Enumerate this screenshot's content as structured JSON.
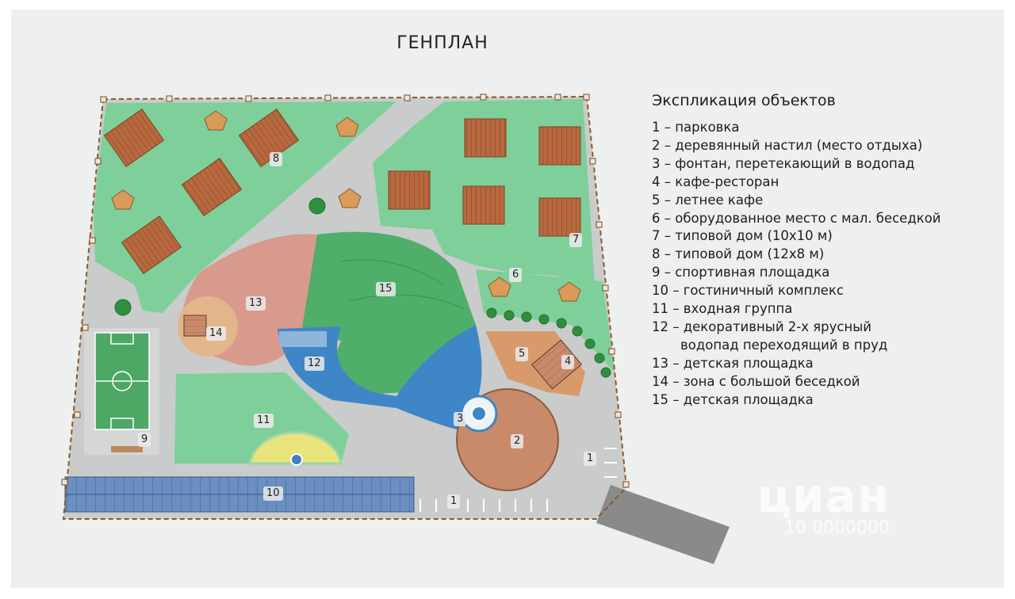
{
  "title": "ГЕНПЛАН",
  "legend": {
    "title": "Экспликация объектов",
    "items": [
      "1 – парковка",
      "2 – деревянный настил (место отдыха)",
      "3 – фонтан, перетекающий в водопад",
      "4 – кафе-ресторан",
      "5 – летнее кафе",
      "6 – оборудованное место с мал. беседкой",
      "7 – типовой дом (10х10 м)",
      "8 – типовой дом (12х8 м)",
      "9 – спортивная площадка",
      "10 – гостиничный комплекс",
      "11 – входная группа",
      "12 – декоративный  2-х ярусный",
      "водопад переходящий в пруд",
      "13 – детская площадка",
      "14 – зона с большой беседкой",
      "15 – детская площадка"
    ]
  },
  "map_labels": {
    "l1a": "1",
    "l1b": "1",
    "l2": "2",
    "l3": "3",
    "l4": "4",
    "l5": "5",
    "l6": "6",
    "l7": "7",
    "l8": "8",
    "l9": "9",
    "l10": "10",
    "l11": "11",
    "l12": "12",
    "l13": "13",
    "l14": "14",
    "l15": "15"
  },
  "watermark": {
    "brand": "циан",
    "id": "10 0000000"
  },
  "colors": {
    "lawn": "#7fcf9a",
    "lawn_dark": "#4fae6a",
    "path": "#c9cccb",
    "water": "#3f86c7",
    "deck": "#c98a6a",
    "roof": "#b86a40",
    "playground": "#d89a8c",
    "sand": "#e3b58a",
    "hotel": "#5f86b8",
    "fence": "#8a5a2a"
  }
}
